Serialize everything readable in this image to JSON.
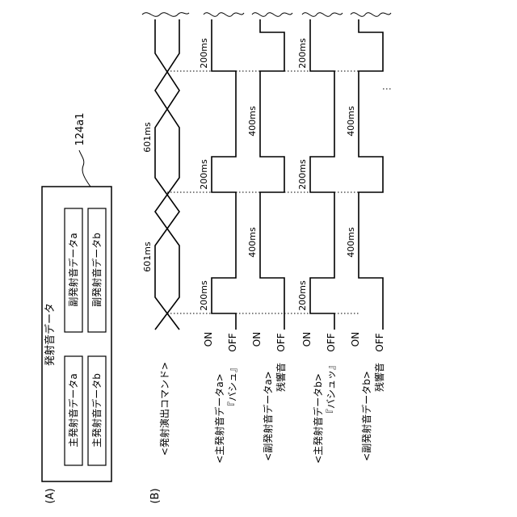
{
  "panel_a": {
    "label": "(A)",
    "ref_label": "124a1",
    "box_title": "発射音データ",
    "items": [
      "主発射音データa",
      "主発射音データb",
      "副発射音データa",
      "副発射音データb"
    ]
  },
  "panel_b": {
    "label": "(B)",
    "command_label": "<発射演出コマンド>",
    "rows": [
      {
        "title": "<主発射音データa>",
        "subtitle": "『バシュ』",
        "on": "ON",
        "off": "OFF"
      },
      {
        "title": "<副発射音データa>",
        "subtitle": "残響音",
        "on": "ON",
        "off": "OFF"
      },
      {
        "title": "<主発射音データb>",
        "subtitle": "『バシュッ』",
        "on": "ON",
        "off": "OFF"
      },
      {
        "title": "<副発射音データb>",
        "subtitle": "残響音",
        "on": "ON",
        "off": "OFF"
      }
    ],
    "command_intervals": [
      "601ms",
      "601ms"
    ],
    "main_on_duration": "200ms",
    "sub_on_duration": "400ms"
  }
}
